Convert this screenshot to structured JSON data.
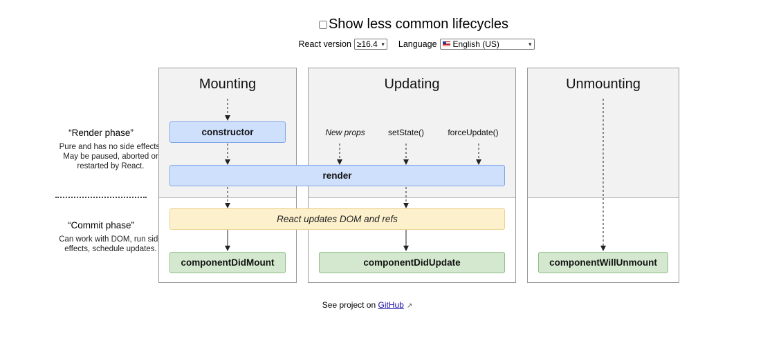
{
  "header": {
    "toggle_label": "Show less common lifecycles",
    "react_version_label": "React version",
    "react_version_value": "≥16.4",
    "language_label": "Language",
    "language_value": "English (US)"
  },
  "phases": {
    "render_title": "“Render phase”",
    "render_desc": "Pure and has no side effects. May be paused, aborted or restarted by React.",
    "commit_title": "“Commit phase”",
    "commit_desc": "Can work with DOM, run side effects, schedule updates."
  },
  "columns": {
    "mounting": "Mounting",
    "updating": "Updating",
    "unmounting": "Unmounting"
  },
  "nodes": {
    "constructor": "constructor",
    "render": "render",
    "react_updates": "React updates DOM and refs",
    "did_mount": "componentDidMount",
    "did_update": "componentDidUpdate",
    "will_unmount": "componentWillUnmount"
  },
  "triggers": {
    "new_props": "New props",
    "set_state": "setState()",
    "force_update": "forceUpdate()"
  },
  "footer": {
    "prefix": "See project on ",
    "link": "GitHub"
  }
}
